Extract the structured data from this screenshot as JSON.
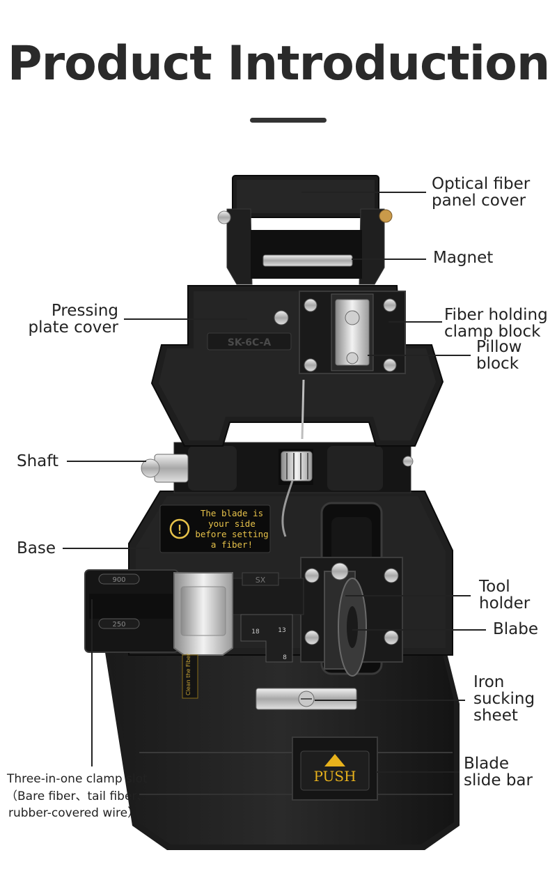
{
  "title": "Product Introduction",
  "device": {
    "warning_text": "The blade is\nyour side\nbefore setting\na fiber!",
    "warning_icon": "exclamation-circle-icon",
    "model_mark": "SK-6C-A",
    "clamp_marks": [
      "900",
      "250"
    ],
    "side_mark": "SX",
    "scale_marks": [
      "18",
      "13",
      "8"
    ],
    "sticker_text": "Clean the Fiber",
    "push_label": "PUSH",
    "push_icon": "triangle-up-icon"
  },
  "labels": {
    "optical_fiber_panel_cover": "Optical fiber\npanel cover",
    "magnet": "Magnet",
    "pressing_plate_cover": "Pressing\nplate cover",
    "fiber_holding_clamp_block": "Fiber holding\nclamp block",
    "pillow_block": "Pillow\nblock",
    "shaft": "Shaft",
    "base": "Base",
    "tool_holder": "Tool\nholder",
    "blabe": "Blabe",
    "iron_sucking_sheet": "Iron\nsucking\nsheet",
    "blade_slide_bar": "Blade\nslide bar",
    "clamp_slot_line1": "Three-in-one clamp slot",
    "clamp_slot_line2": "（Bare fiber、tail fiber、",
    "clamp_slot_line3": "rubber-covered wire）"
  }
}
